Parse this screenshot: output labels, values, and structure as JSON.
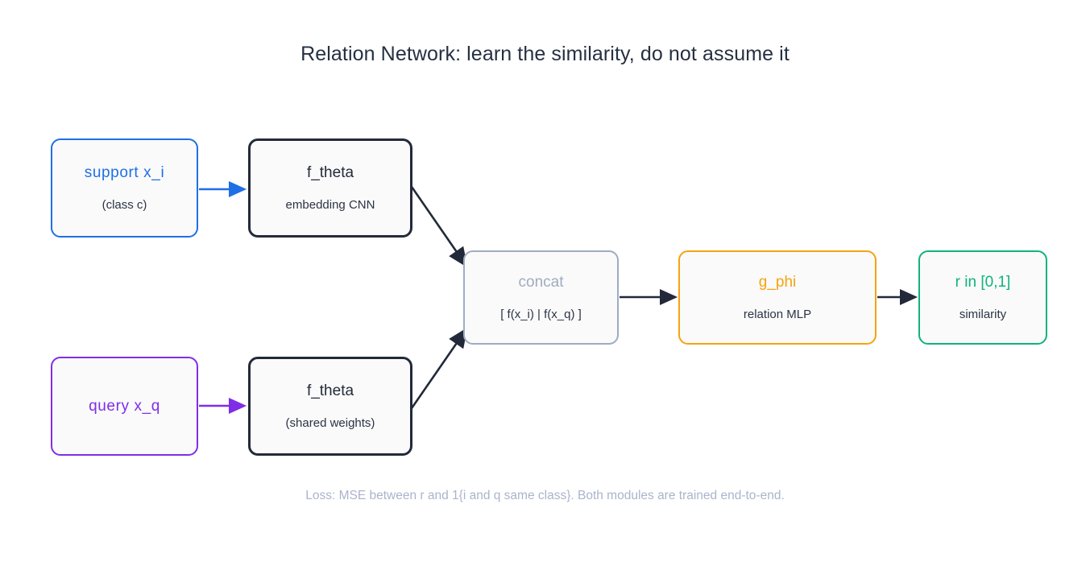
{
  "diagram": {
    "title": "Relation Network: learn the similarity, do not assume it",
    "caption": "Loss: MSE between r and 1{i and q same class}.  Both modules are trained end-to-end.",
    "background": "#ffffff",
    "title_color": "#263043",
    "caption_color": "#aab4cc"
  },
  "nodes": [
    {
      "id": "support",
      "title": "support  x_i",
      "subtitle": "(class c)",
      "border_color": "#1f6fe5",
      "fill_color": "#fafafa"
    },
    {
      "id": "f_theta_top",
      "title": "f_theta",
      "subtitle": "embedding CNN",
      "border_color": "#222a3a",
      "fill_color": "#fafafa"
    },
    {
      "id": "query",
      "title": "query  x_q",
      "subtitle": "",
      "border_color": "#7f2ee8",
      "fill_color": "#fafafa"
    },
    {
      "id": "f_theta_bottom",
      "title": "f_theta",
      "subtitle": "(shared weights)",
      "border_color": "#222a3a",
      "fill_color": "#fafafa"
    },
    {
      "id": "concat",
      "title": "concat",
      "subtitle": "[ f(x_i) | f(x_q) ]",
      "border_color": "#9facc2",
      "fill_color": "#fafafa"
    },
    {
      "id": "g_phi",
      "title": "g_phi",
      "subtitle": "relation MLP",
      "border_color": "#f5a310",
      "fill_color": "#fafafa"
    },
    {
      "id": "output",
      "title": "r in [0,1]",
      "subtitle": "similarity",
      "border_color": "#0fb37d",
      "fill_color": "#fafafa"
    }
  ],
  "edges": [
    {
      "id": "support-to-ftheta",
      "from": "support",
      "to": "f_theta_top",
      "color": "#1f6fe5"
    },
    {
      "id": "query-to-ftheta",
      "from": "query",
      "to": "f_theta_bottom",
      "color": "#7f2ee8"
    },
    {
      "id": "ftheta-top-to-concat",
      "from": "f_theta_top",
      "to": "concat",
      "color": "#222a3a"
    },
    {
      "id": "ftheta-bottom-to-concat",
      "from": "f_theta_bottom",
      "to": "concat",
      "color": "#222a3a"
    },
    {
      "id": "concat-to-gphi",
      "from": "concat",
      "to": "g_phi",
      "color": "#222a3a"
    },
    {
      "id": "gphi-to-output",
      "from": "g_phi",
      "to": "output",
      "color": "#222a3a"
    }
  ]
}
